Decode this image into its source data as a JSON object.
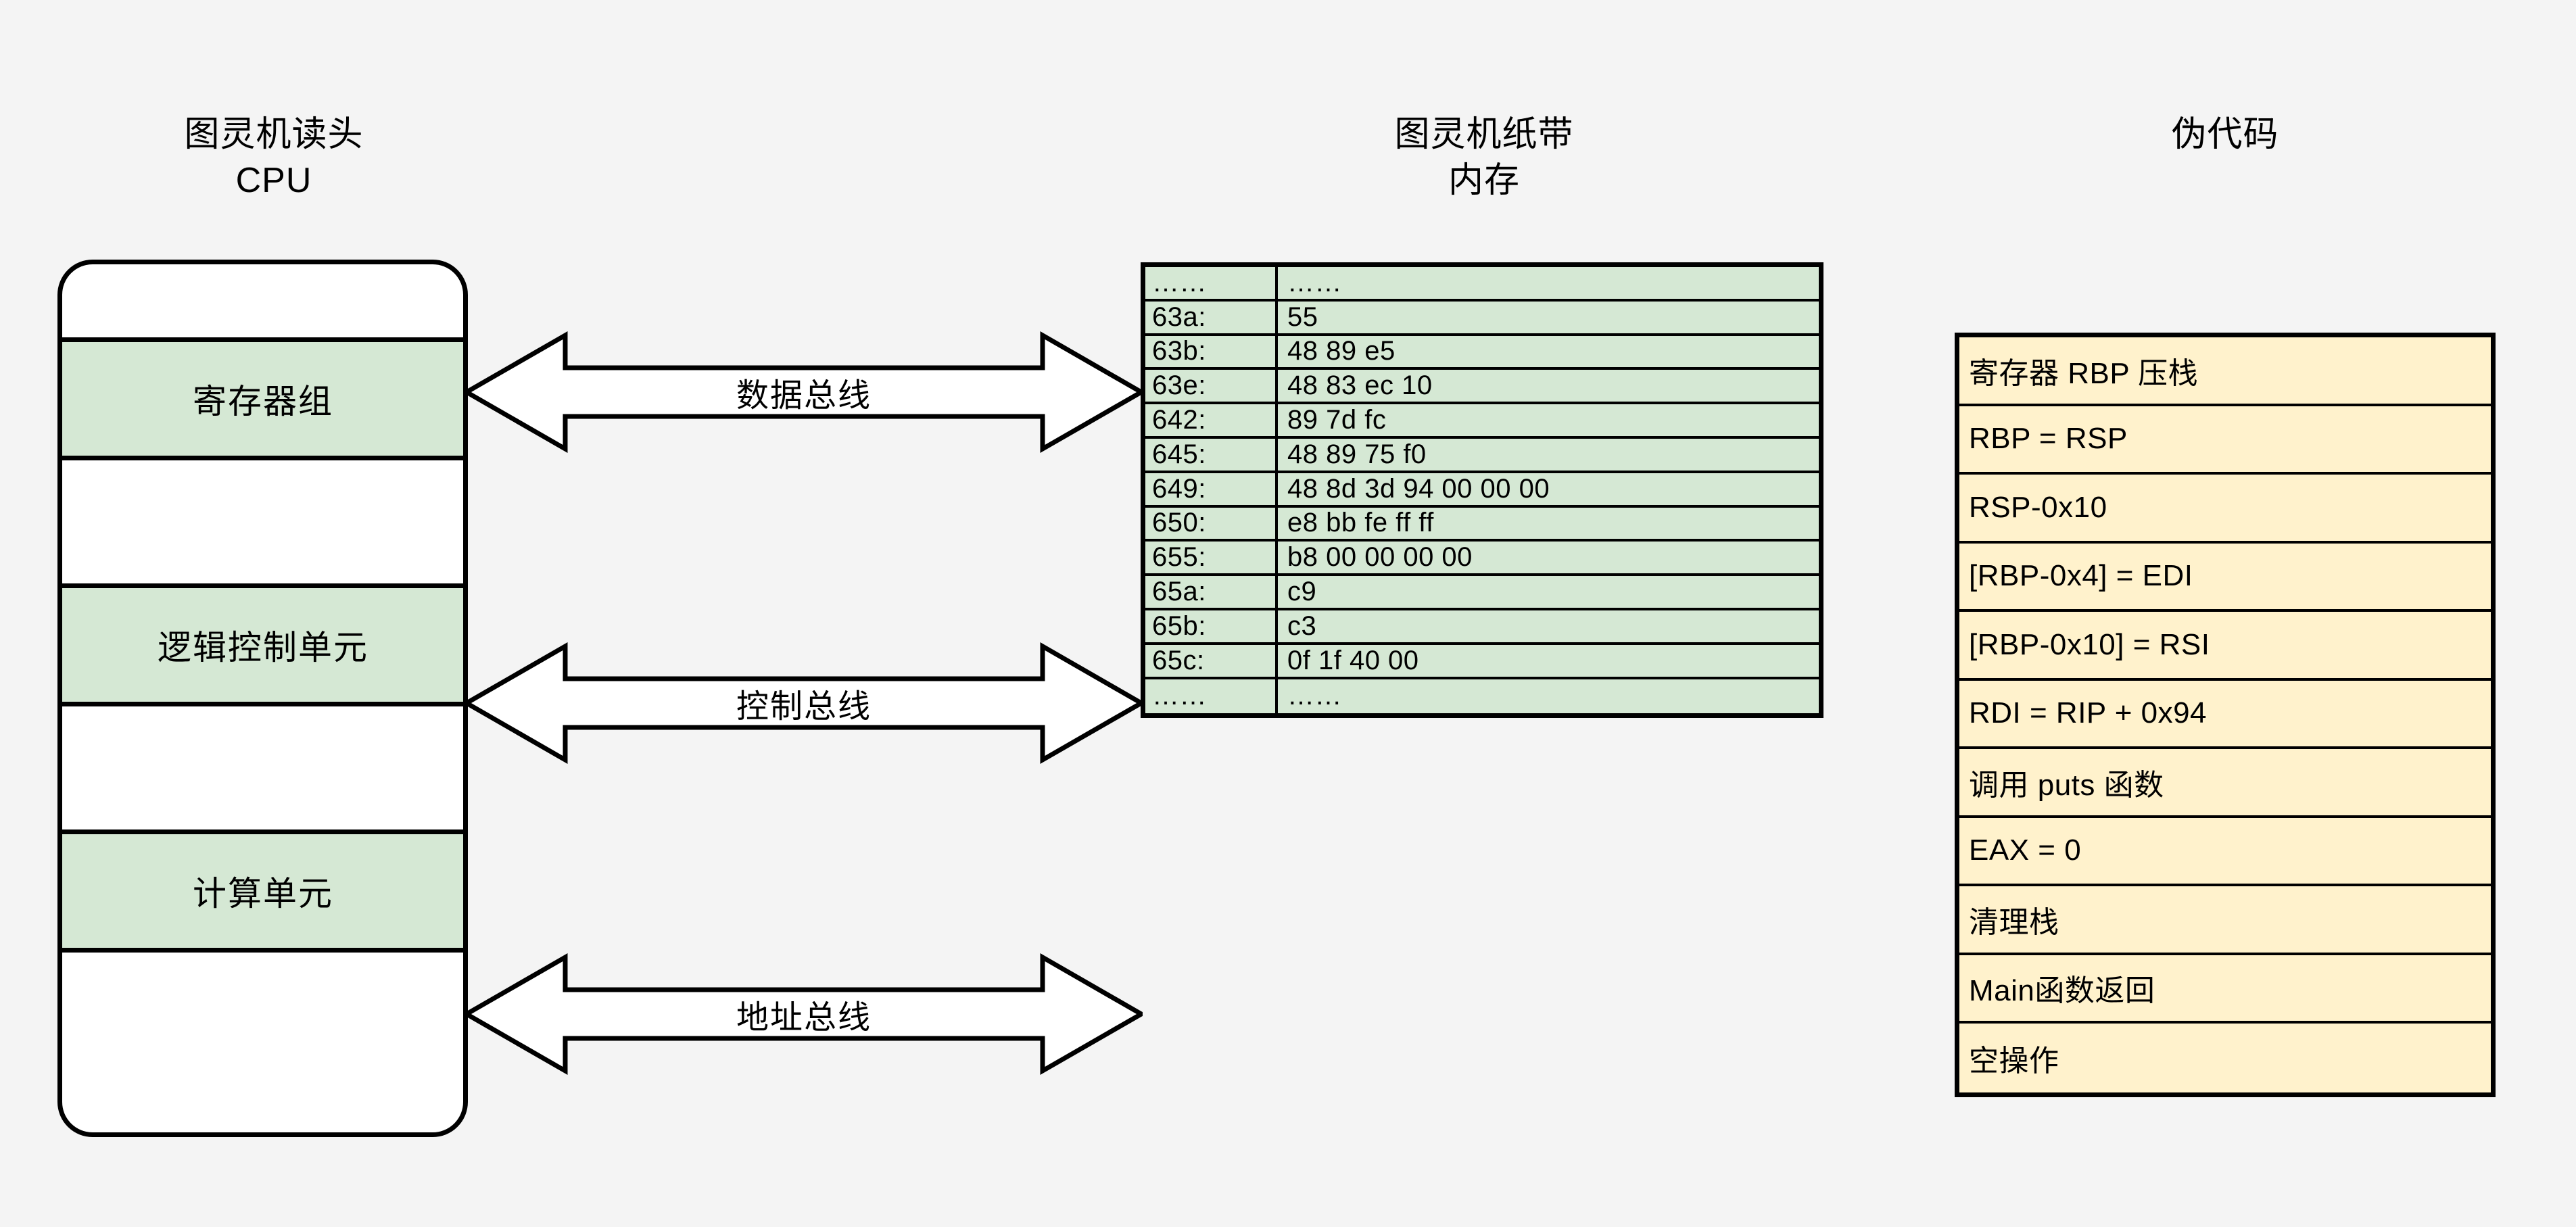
{
  "columns": {
    "cpu": {
      "line1": "图灵机读头",
      "line2": "CPU"
    },
    "memory": {
      "line1": "图灵机纸带",
      "line2": "内存"
    },
    "pseudocode": {
      "line1": "伪代码",
      "line2": ""
    }
  },
  "cpu": {
    "slots": [
      {
        "label": "",
        "filled": false
      },
      {
        "label": "寄存器组",
        "filled": true
      },
      {
        "label": "",
        "filled": false
      },
      {
        "label": "逻辑控制单元",
        "filled": true
      },
      {
        "label": "",
        "filled": false
      },
      {
        "label": "计算单元",
        "filled": true
      },
      {
        "label": "",
        "filled": false
      }
    ],
    "register_label": "寄存器组",
    "control_label": "逻辑控制单元",
    "alu_label": "计算单元"
  },
  "buses": [
    {
      "label": "数据总线"
    },
    {
      "label": "控制总线"
    },
    {
      "label": "地址总线"
    }
  ],
  "memory": {
    "rows": [
      {
        "address": "……",
        "bytes": "……"
      },
      {
        "address": "63a:",
        "bytes": "55"
      },
      {
        "address": "63b:",
        "bytes": "48 89 e5"
      },
      {
        "address": "63e:",
        "bytes": "48 83 ec 10"
      },
      {
        "address": "642:",
        "bytes": "89 7d fc"
      },
      {
        "address": "645:",
        "bytes": "48 89 75 f0"
      },
      {
        "address": "649:",
        "bytes": "48 8d 3d 94 00 00 00"
      },
      {
        "address": "650:",
        "bytes": "e8 bb fe ff ff"
      },
      {
        "address": "655:",
        "bytes": "b8 00 00 00 00"
      },
      {
        "address": "65a:",
        "bytes": "c9"
      },
      {
        "address": "65b:",
        "bytes": "c3"
      },
      {
        "address": "65c:",
        "bytes": "0f 1f 40 00"
      },
      {
        "address": "……",
        "bytes": "……"
      }
    ]
  },
  "pseudocode": {
    "rows": [
      {
        "text": "寄存器 RBP 压栈"
      },
      {
        "text": "RBP = RSP"
      },
      {
        "text": "RSP-0x10"
      },
      {
        "text": "[RBP-0x4] = EDI"
      },
      {
        "text": "[RBP-0x10] = RSI"
      },
      {
        "text": "RDI = RIP + 0x94"
      },
      {
        "text": "调用 puts 函数"
      },
      {
        "text": "EAX = 0"
      },
      {
        "text": "清理栈"
      },
      {
        "text": "Main函数返回"
      },
      {
        "text": "空操作"
      }
    ]
  },
  "colors": {
    "background": "#f4f4f4",
    "green_fill": "#d5e8d4",
    "yellow_fill": "#fff2cc",
    "stroke": "#000000",
    "white_fill": "#ffffff"
  }
}
